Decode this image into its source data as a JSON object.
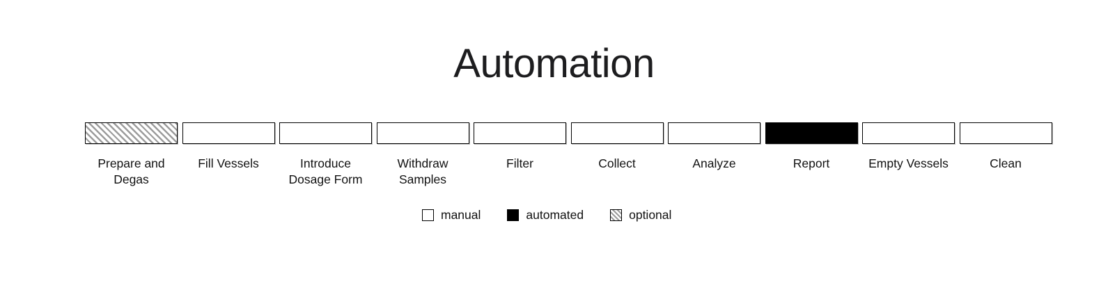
{
  "title": "Automation",
  "colors": {
    "background": "#ffffff",
    "box_border": "#000000",
    "automated_fill": "#000000",
    "hatch_line": "#9c9c9c",
    "text": "#111111"
  },
  "steps": [
    {
      "label": "Prepare and Degas",
      "type": "optional"
    },
    {
      "label": "Fill Vessels",
      "type": "manual"
    },
    {
      "label": "Introduce Dosage Form",
      "type": "manual"
    },
    {
      "label": "Withdraw Samples",
      "type": "manual"
    },
    {
      "label": "Filter",
      "type": "manual"
    },
    {
      "label": "Collect",
      "type": "manual"
    },
    {
      "label": "Analyze",
      "type": "manual"
    },
    {
      "label": "Report",
      "type": "automated"
    },
    {
      "label": "Empty Vessels",
      "type": "manual"
    },
    {
      "label": "Clean",
      "type": "manual"
    }
  ],
  "legend": [
    {
      "label": "manual",
      "type": "manual"
    },
    {
      "label": "automated",
      "type": "automated"
    },
    {
      "label": "optional",
      "type": "optional"
    }
  ]
}
